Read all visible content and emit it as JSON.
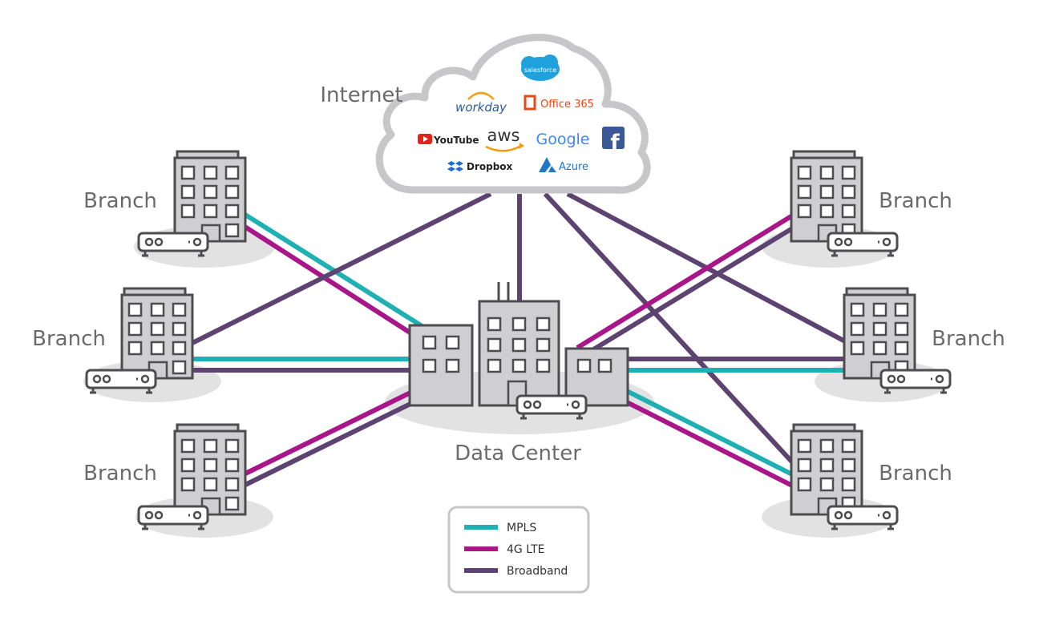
{
  "colors": {
    "mpls": "#1fb0b3",
    "lte": "#a8168a",
    "broadband": "#5d4370",
    "building": "#cfcfd1",
    "outline": "#4d4d4f",
    "cloud": "#c7c7c9"
  },
  "labels": {
    "internet": "Internet",
    "data_center": "Data Center",
    "branch_top_left": "Branch",
    "branch_mid_left": "Branch",
    "branch_bottom_left": "Branch",
    "branch_top_right": "Branch",
    "branch_mid_right": "Branch",
    "branch_bottom_right": "Branch"
  },
  "cloud_services": {
    "salesforce": "salesforce",
    "workday": "workday",
    "office365": "Office 365",
    "youtube": "YouTube",
    "aws": "aws",
    "google": "Google",
    "facebook": "f",
    "dropbox": "Dropbox",
    "azure": "Azure"
  },
  "legend": {
    "items": [
      {
        "label": "MPLS",
        "color": "#1fb0b3"
      },
      {
        "label": "4G LTE",
        "color": "#a8168a"
      },
      {
        "label": "Broadband",
        "color": "#5d4370"
      }
    ]
  },
  "icons": {
    "building": "office-building-icon",
    "router": "router-icon",
    "cloud": "cloud-icon"
  }
}
